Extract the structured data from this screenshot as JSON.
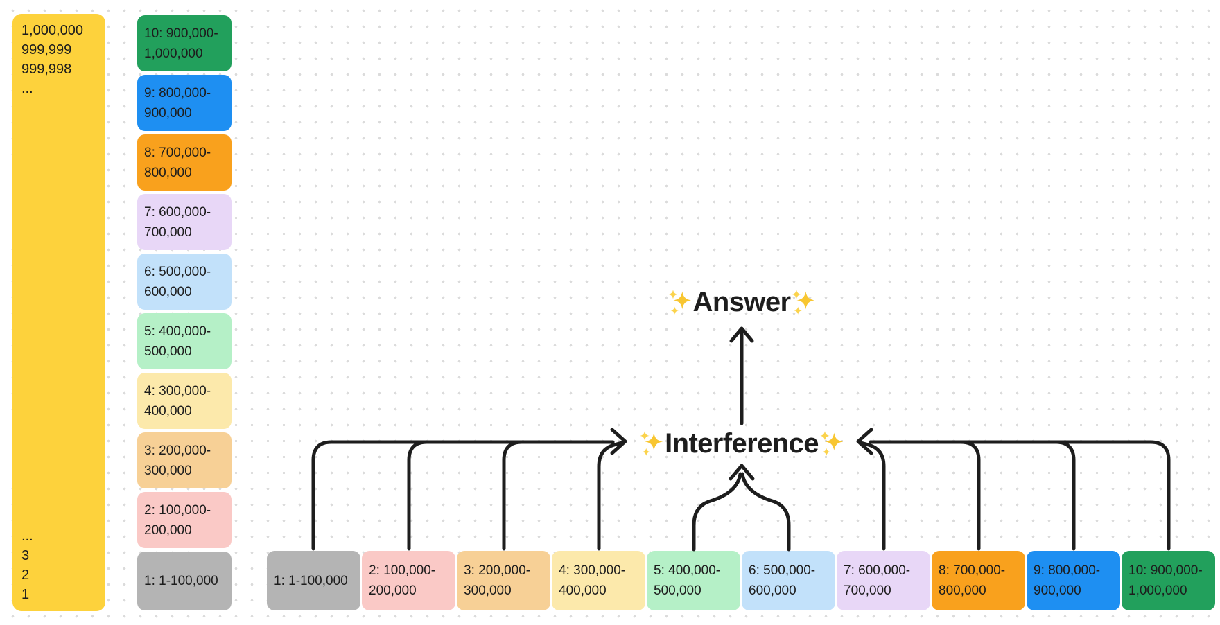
{
  "canvas": {
    "background": "#ffffff",
    "dot_color": "#dbdbdb"
  },
  "palette": {
    "ink": "#1d1d1d",
    "sparkle_gold": "#f8c631",
    "sparkle_accent": "#fbd34c"
  },
  "number_column": {
    "fill": "#fdd23c",
    "top_lines": [
      "1,000,000",
      "999,999",
      "999,998",
      "..."
    ],
    "bottom_lines": [
      "...",
      "3",
      "2",
      "1"
    ]
  },
  "buckets": [
    {
      "num": "1",
      "label": "1: 1-100,000",
      "fill": "#b4b4b4"
    },
    {
      "num": "2",
      "label": "2: 100,000-200,000",
      "fill": "#fac9c6"
    },
    {
      "num": "3",
      "label": "3: 200,000-300,000",
      "fill": "#f7d096"
    },
    {
      "num": "4",
      "label": "4: 300,000-400,000",
      "fill": "#fce9ab"
    },
    {
      "num": "5",
      "label": "5: 400,000-500,000",
      "fill": "#b5f0c7"
    },
    {
      "num": "6",
      "label": "6: 500,000-600,000",
      "fill": "#c2e1fa"
    },
    {
      "num": "7",
      "label": "7: 600,000-700,000",
      "fill": "#e8d7f7"
    },
    {
      "num": "8",
      "label": "8: 700,000-800,000",
      "fill": "#f9a11d"
    },
    {
      "num": "9",
      "label": "9: 800,000-900,000",
      "fill": "#1e8ff2"
    },
    {
      "num": "10",
      "label": "10: 900,000-1,000,000",
      "fill": "#22a05c"
    }
  ],
  "labels": {
    "answer": "Answer",
    "interference": "Interference",
    "sparkle": "✨"
  }
}
